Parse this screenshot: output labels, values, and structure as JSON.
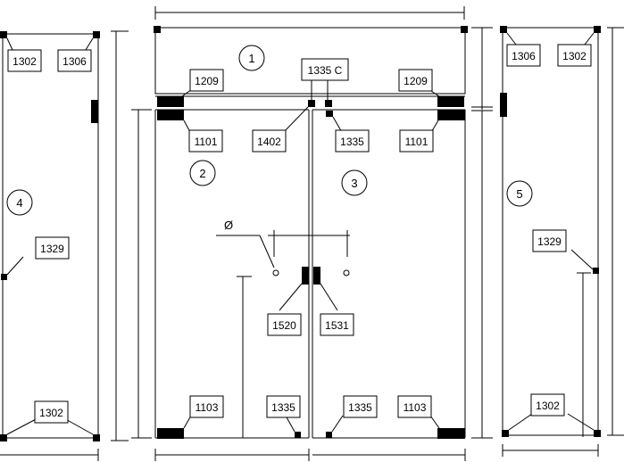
{
  "diagram": {
    "panels": [
      {
        "id": "p1",
        "number": "1"
      },
      {
        "id": "p2",
        "number": "2"
      },
      {
        "id": "p3",
        "number": "3"
      },
      {
        "id": "p4",
        "number": "4"
      },
      {
        "id": "p5",
        "number": "5"
      }
    ],
    "callouts": [
      {
        "key": "l4-1302",
        "text": "1302"
      },
      {
        "key": "l4-1306",
        "text": "1306"
      },
      {
        "key": "l4-1329",
        "text": "1329"
      },
      {
        "key": "l4-1302b",
        "text": "1302"
      },
      {
        "key": "top-1209-left",
        "text": "1209"
      },
      {
        "key": "top-1335c",
        "text": "1335 C"
      },
      {
        "key": "top-1209-right",
        "text": "1209"
      },
      {
        "key": "d2-1101",
        "text": "1101"
      },
      {
        "key": "d2-1402",
        "text": "1402"
      },
      {
        "key": "d3-1335",
        "text": "1335"
      },
      {
        "key": "d3-1101",
        "text": "1101"
      },
      {
        "key": "d2-1520",
        "text": "1520"
      },
      {
        "key": "d3-1531",
        "text": "1531"
      },
      {
        "key": "d2-1103",
        "text": "1103"
      },
      {
        "key": "d2-1335",
        "text": "1335"
      },
      {
        "key": "d3-1335b",
        "text": "1335"
      },
      {
        "key": "d3-1103",
        "text": "1103"
      },
      {
        "key": "r5-1306",
        "text": "1306"
      },
      {
        "key": "r5-1302",
        "text": "1302"
      },
      {
        "key": "r5-1329",
        "text": "1329"
      },
      {
        "key": "r5-1302b",
        "text": "1302"
      }
    ],
    "diameter_symbol": "Ø"
  }
}
